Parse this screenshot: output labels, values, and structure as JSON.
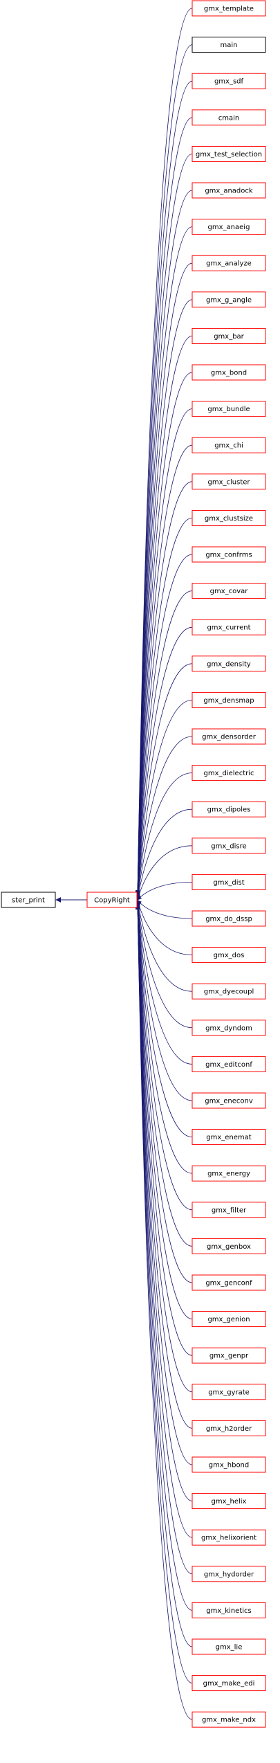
{
  "colors": {
    "edge": "#191970",
    "node_border_red": "#ff0000",
    "node_border_black": "#000000",
    "root_fill": "#bfbfbf",
    "background": "#ffffff"
  },
  "graph": {
    "root": {
      "label": "ster_print"
    },
    "hub": {
      "label": "CopyRight"
    },
    "callers": [
      {
        "label": "gmx_template",
        "border": "red"
      },
      {
        "label": "main",
        "border": "black"
      },
      {
        "label": "gmx_sdf",
        "border": "red"
      },
      {
        "label": "cmain",
        "border": "red"
      },
      {
        "label": "gmx_test_selection",
        "border": "red"
      },
      {
        "label": "gmx_anadock",
        "border": "red"
      },
      {
        "label": "gmx_anaeig",
        "border": "red"
      },
      {
        "label": "gmx_analyze",
        "border": "red"
      },
      {
        "label": "gmx_g_angle",
        "border": "red"
      },
      {
        "label": "gmx_bar",
        "border": "red"
      },
      {
        "label": "gmx_bond",
        "border": "red"
      },
      {
        "label": "gmx_bundle",
        "border": "red"
      },
      {
        "label": "gmx_chi",
        "border": "red"
      },
      {
        "label": "gmx_cluster",
        "border": "red"
      },
      {
        "label": "gmx_clustsize",
        "border": "red"
      },
      {
        "label": "gmx_confrms",
        "border": "red"
      },
      {
        "label": "gmx_covar",
        "border": "red"
      },
      {
        "label": "gmx_current",
        "border": "red"
      },
      {
        "label": "gmx_density",
        "border": "red"
      },
      {
        "label": "gmx_densmap",
        "border": "red"
      },
      {
        "label": "gmx_densorder",
        "border": "red"
      },
      {
        "label": "gmx_dielectric",
        "border": "red"
      },
      {
        "label": "gmx_dipoles",
        "border": "red"
      },
      {
        "label": "gmx_disre",
        "border": "red"
      },
      {
        "label": "gmx_dist",
        "border": "red"
      },
      {
        "label": "gmx_do_dssp",
        "border": "red"
      },
      {
        "label": "gmx_dos",
        "border": "red"
      },
      {
        "label": "gmx_dyecoupl",
        "border": "red"
      },
      {
        "label": "gmx_dyndom",
        "border": "red"
      },
      {
        "label": "gmx_editconf",
        "border": "red"
      },
      {
        "label": "gmx_eneconv",
        "border": "red"
      },
      {
        "label": "gmx_enemat",
        "border": "red"
      },
      {
        "label": "gmx_energy",
        "border": "red"
      },
      {
        "label": "gmx_filter",
        "border": "red"
      },
      {
        "label": "gmx_genbox",
        "border": "red"
      },
      {
        "label": "gmx_genconf",
        "border": "red"
      },
      {
        "label": "gmx_genion",
        "border": "red"
      },
      {
        "label": "gmx_genpr",
        "border": "red"
      },
      {
        "label": "gmx_gyrate",
        "border": "red"
      },
      {
        "label": "gmx_h2order",
        "border": "red"
      },
      {
        "label": "gmx_hbond",
        "border": "red"
      },
      {
        "label": "gmx_helix",
        "border": "red"
      },
      {
        "label": "gmx_helixorient",
        "border": "red"
      },
      {
        "label": "gmx_hydorder",
        "border": "red"
      },
      {
        "label": "gmx_kinetics",
        "border": "red"
      },
      {
        "label": "gmx_lie",
        "border": "red"
      },
      {
        "label": "gmx_make_edi",
        "border": "red"
      },
      {
        "label": "gmx_make_ndx",
        "border": "red"
      }
    ]
  }
}
